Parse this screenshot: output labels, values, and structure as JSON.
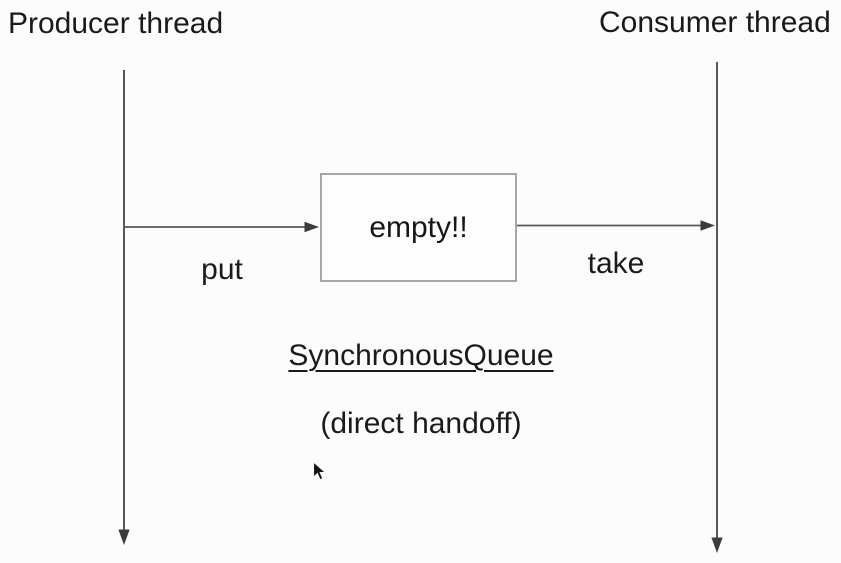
{
  "diagram": {
    "producer": {
      "label": "Producer thread"
    },
    "consumer": {
      "label": "Consumer thread"
    },
    "queue_box": {
      "state_text": "empty!!"
    },
    "operations": {
      "put_label": "put",
      "take_label": "take"
    },
    "caption": {
      "title": "SynchronousQueue",
      "subtitle": "(direct handoff)"
    }
  },
  "icons": {
    "cursor": "mouse-arrow-pointer-icon"
  },
  "colors": {
    "background": "#fcfcfc",
    "text": "#1a1a1a",
    "arrow_line": "#58585a",
    "box_border": "#a6a6aa"
  }
}
